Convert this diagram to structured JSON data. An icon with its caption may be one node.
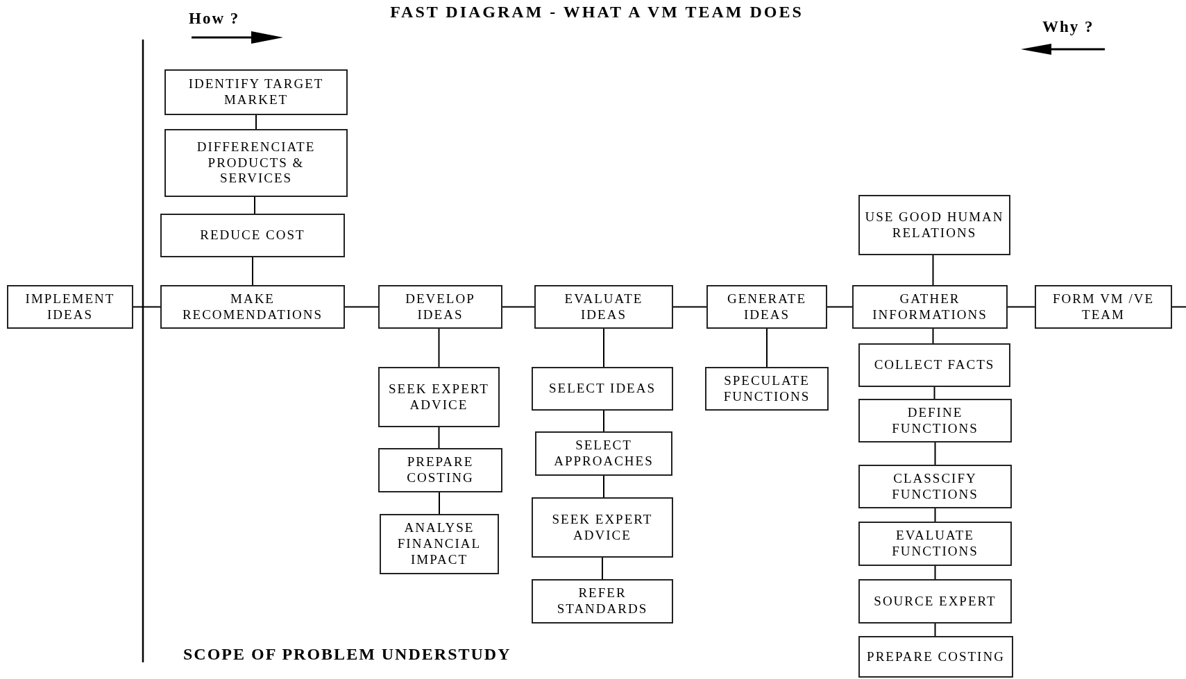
{
  "diagram": {
    "title": "FAST DIAGRAM - WHAT A VM TEAM DOES",
    "nodes": [
      {
        "text": [
          "IDENTIFY TARGET MARKET"
        ]
      },
      {
        "text": [
          "DIFFERENCIATE PRODUCTS & SERVICES"
        ]
      },
      {
        "text": [
          "REDUCE COST"
        ]
      },
      {
        "text": [
          "MAKE RECOMENDATIONS"
        ]
      },
      {
        "text": [
          "IMPLEMENT IDEAS"
        ]
      },
      {
        "text": [
          "DEVELOP IDEAS"
        ]
      },
      {
        "text": [
          "EVALUATE IDEAS"
        ]
      },
      {
        "text": [
          "GENERATE IDEAS"
        ]
      },
      {
        "text": [
          "GATHER INFORMATIONS"
        ]
      },
      {
        "text": [
          "FORM VM /VE TEAM"
        ]
      },
      {
        "text": [
          "USE GOOD HUMAN RELATIONS"
        ]
      },
      {
        "text": [
          "SEEK EXPERT ADVICE"
        ]
      },
      {
        "text": [
          "PREPARE COSTING"
        ]
      },
      {
        "text": [
          "ANALYSE FINANCIAL IMPACT"
        ]
      },
      {
        "text": [
          "SELECT IDEAS"
        ]
      },
      {
        "text": [
          "SELECT APPROACHES"
        ]
      },
      {
        "text": [
          "SEEK EXPERT ADVICE"
        ]
      },
      {
        "text": [
          "REFER STANDARDS"
        ]
      },
      {
        "text": [
          "SPECULATE FUNCTIONS"
        ]
      },
      {
        "text": [
          "COLLECT FACTS"
        ]
      },
      {
        "text": [
          "DEFINE FUNCTIONS"
        ]
      },
      {
        "text": [
          "CLASSCIFY FUNCTIONS"
        ]
      },
      {
        "text": [
          "EVALUATE FUNCTIONS"
        ]
      },
      {
        "text": [
          "SOURCE EXPERT"
        ]
      },
      {
        "text": [
          "PREPARE COSTING"
        ]
      }
    ],
    "edges": [
      {
        "from": 0,
        "to": 1,
        "arrow": "none"
      },
      {
        "from": 1,
        "to": 2,
        "arrow": "none"
      },
      {
        "from": 2,
        "to": 3,
        "arrow": "none"
      },
      {
        "from": 4,
        "to": 3,
        "arrow": "none"
      },
      {
        "from": 3,
        "to": 5,
        "arrow": "none"
      },
      {
        "from": 5,
        "to": 6,
        "arrow": "none"
      },
      {
        "from": 6,
        "to": 7,
        "arrow": "none"
      },
      {
        "from": 7,
        "to": 8,
        "arrow": "none"
      },
      {
        "from": 8,
        "to": 9,
        "arrow": "none"
      },
      {
        "from": 9,
        "to": null,
        "arrow": "none"
      },
      {
        "from": 10,
        "to": 8,
        "arrow": "none"
      },
      {
        "from": 5,
        "to": 11,
        "arrow": "none"
      },
      {
        "from": 11,
        "to": 12,
        "arrow": "none"
      },
      {
        "from": 12,
        "to": 13,
        "arrow": "none"
      },
      {
        "from": 6,
        "to": 14,
        "arrow": "none"
      },
      {
        "from": 14,
        "to": 15,
        "arrow": "none"
      },
      {
        "from": 15,
        "to": 16,
        "arrow": "none"
      },
      {
        "from": 16,
        "to": 17,
        "arrow": "none"
      },
      {
        "from": 7,
        "to": 18,
        "arrow": "none"
      },
      {
        "from": 8,
        "to": 19,
        "arrow": "none"
      },
      {
        "from": 19,
        "to": 20,
        "arrow": "none"
      },
      {
        "from": 20,
        "to": 21,
        "arrow": "none"
      },
      {
        "from": 21,
        "to": 22,
        "arrow": "none"
      },
      {
        "from": 22,
        "to": 23,
        "arrow": "none"
      },
      {
        "from": 23,
        "to": 24,
        "arrow": "none"
      }
    ],
    "labels": [
      "How ?",
      "Why ?",
      "SCOPE OF PROBLEM UNDERSTUDY"
    ]
  }
}
